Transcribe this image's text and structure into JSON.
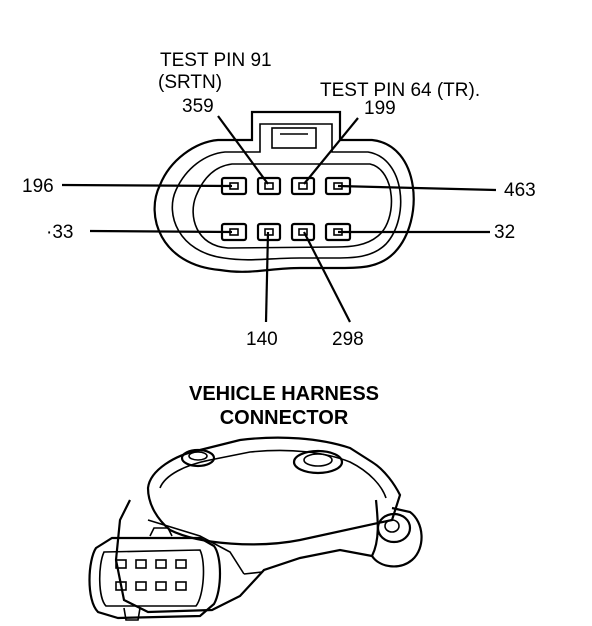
{
  "callouts": {
    "test_pin_91_line1": "TEST PIN 91",
    "test_pin_91_line2": "(SRTN)",
    "test_pin_64": "TEST PIN 64 (TR)."
  },
  "wires": {
    "w359": "359",
    "w199": "199",
    "w196": "196",
    "w463": "463",
    "w33": "·33",
    "w32": "32",
    "w140": "140",
    "w298": "298"
  },
  "caption": {
    "line1": "VEHICLE HARNESS",
    "line2": "CONNECTOR"
  }
}
